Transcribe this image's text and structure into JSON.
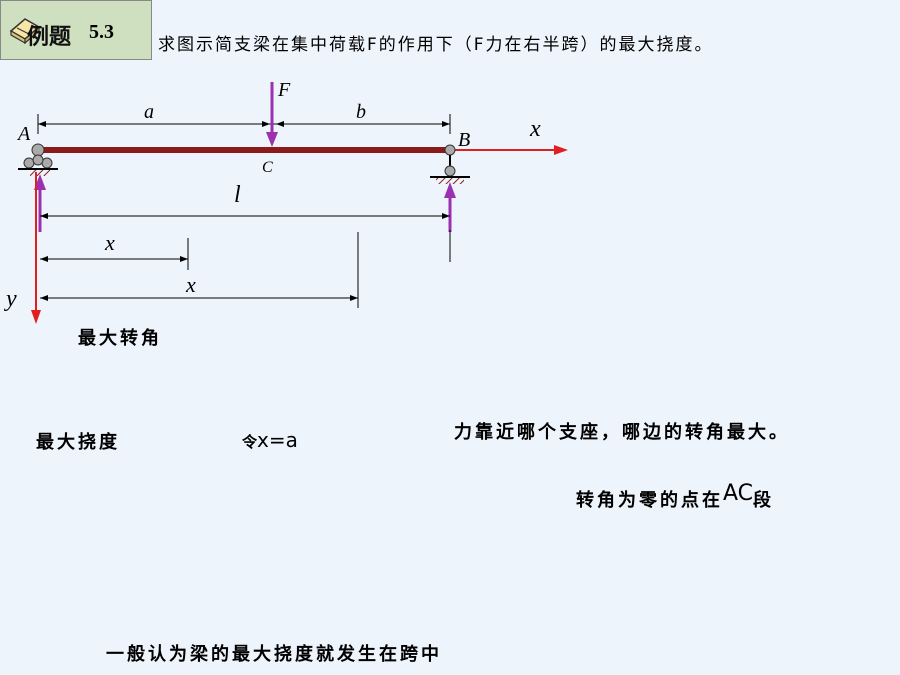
{
  "badge": {
    "label": "例题",
    "number": "5.3"
  },
  "problem": "求图示简支梁在集中荷载F的作用下（F力在右半跨）的最大挠度。",
  "diagram": {
    "force": "F",
    "dim_a": "a",
    "dim_b": "b",
    "point_A": "A",
    "point_B": "B",
    "point_C": "C",
    "length": "l",
    "axis_x": "x",
    "axis_y": "y",
    "dim_x1": "x",
    "dim_x2": "x"
  },
  "labels": {
    "max_rotation": "最大转角",
    "max_deflection": "最大挠度",
    "let_prefix": "令",
    "let_eq": "x=a",
    "support_question": "力靠近哪个支座，哪边的转角最大。",
    "zero_rotation_prefix": "转角为零的点在",
    "zero_rotation_seg": "AC",
    "zero_rotation_suffix": "段",
    "conclusion": "一般认为梁的最大挠度就发生在跨中"
  },
  "colors": {
    "beam": "#8b1a1a",
    "force_arrow": "#9b30b0",
    "axis_arrow": "#e02020",
    "support_fill": "#aaaaaa"
  }
}
